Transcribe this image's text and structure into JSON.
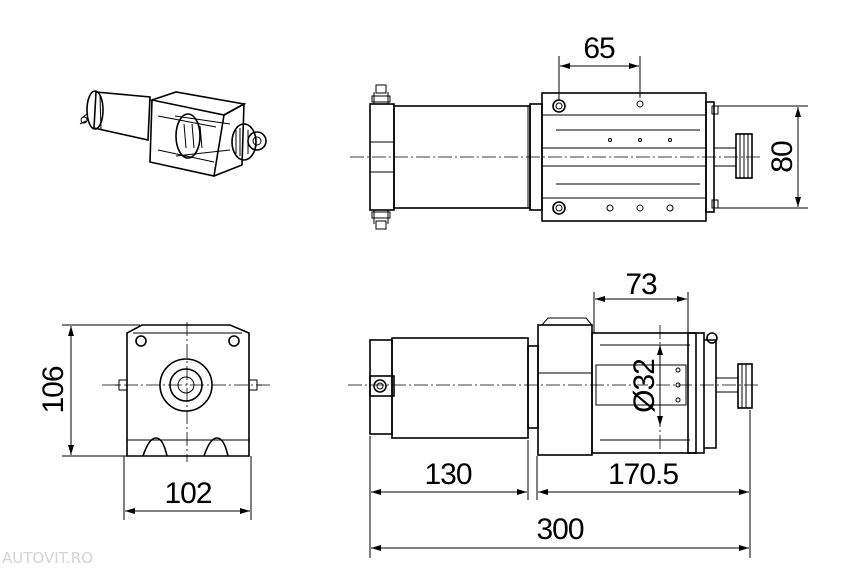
{
  "dimensions": {
    "top_bolt_spacing": "65",
    "width_top_view": "80",
    "side_height": "106",
    "side_width": "102",
    "drum_span": "73",
    "drum_diameter": "Ø32",
    "motor_length": "130",
    "drum_section_length": "170.5",
    "overall_length": "300"
  },
  "watermark": "AUTOVIT.RO",
  "colors": {
    "line": "#000000",
    "background": "#ffffff",
    "watermark": "#d4d4d4"
  }
}
